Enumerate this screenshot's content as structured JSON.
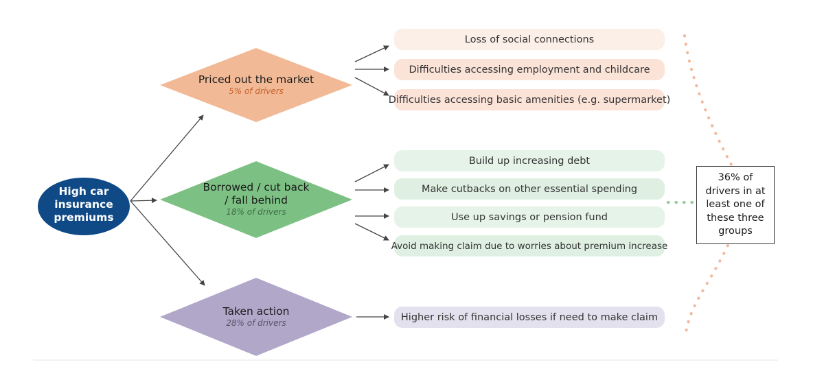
{
  "root": {
    "lines": [
      "High car",
      "insurance",
      "premiums"
    ],
    "color": "#0f4a86"
  },
  "branches": [
    {
      "title_lines": [
        "Priced out the market"
      ],
      "subtitle": "5% of drivers",
      "color": "#f1b996",
      "outcomes": [
        "Loss of social connections",
        "Difficulties accessing employment and childcare",
        "Difficulties accessing basic amenities (e.g. supermarket)"
      ]
    },
    {
      "title_lines": [
        "Borrowed / cut back",
        "/ fall behind"
      ],
      "subtitle": "18% of drivers",
      "color": "#7cc183",
      "outcomes": [
        "Build up increasing debt",
        "Make cutbacks on other essential spending",
        "Use up savings or pension fund",
        "Avoid making claim due to worries about premium increase"
      ]
    },
    {
      "title_lines": [
        "Taken action"
      ],
      "subtitle": "28% of drivers",
      "color": "#b1a7c9",
      "outcomes": [
        "Higher risk of financial losses if need to make claim"
      ]
    }
  ],
  "summary": {
    "lines": [
      "36% of",
      "drivers in at",
      "least one of",
      "these three",
      "groups"
    ]
  },
  "colors": {
    "arrow": "#444444",
    "dots_orange": "#f2b99c",
    "dots_green": "#8fc796",
    "text": "#333333"
  }
}
